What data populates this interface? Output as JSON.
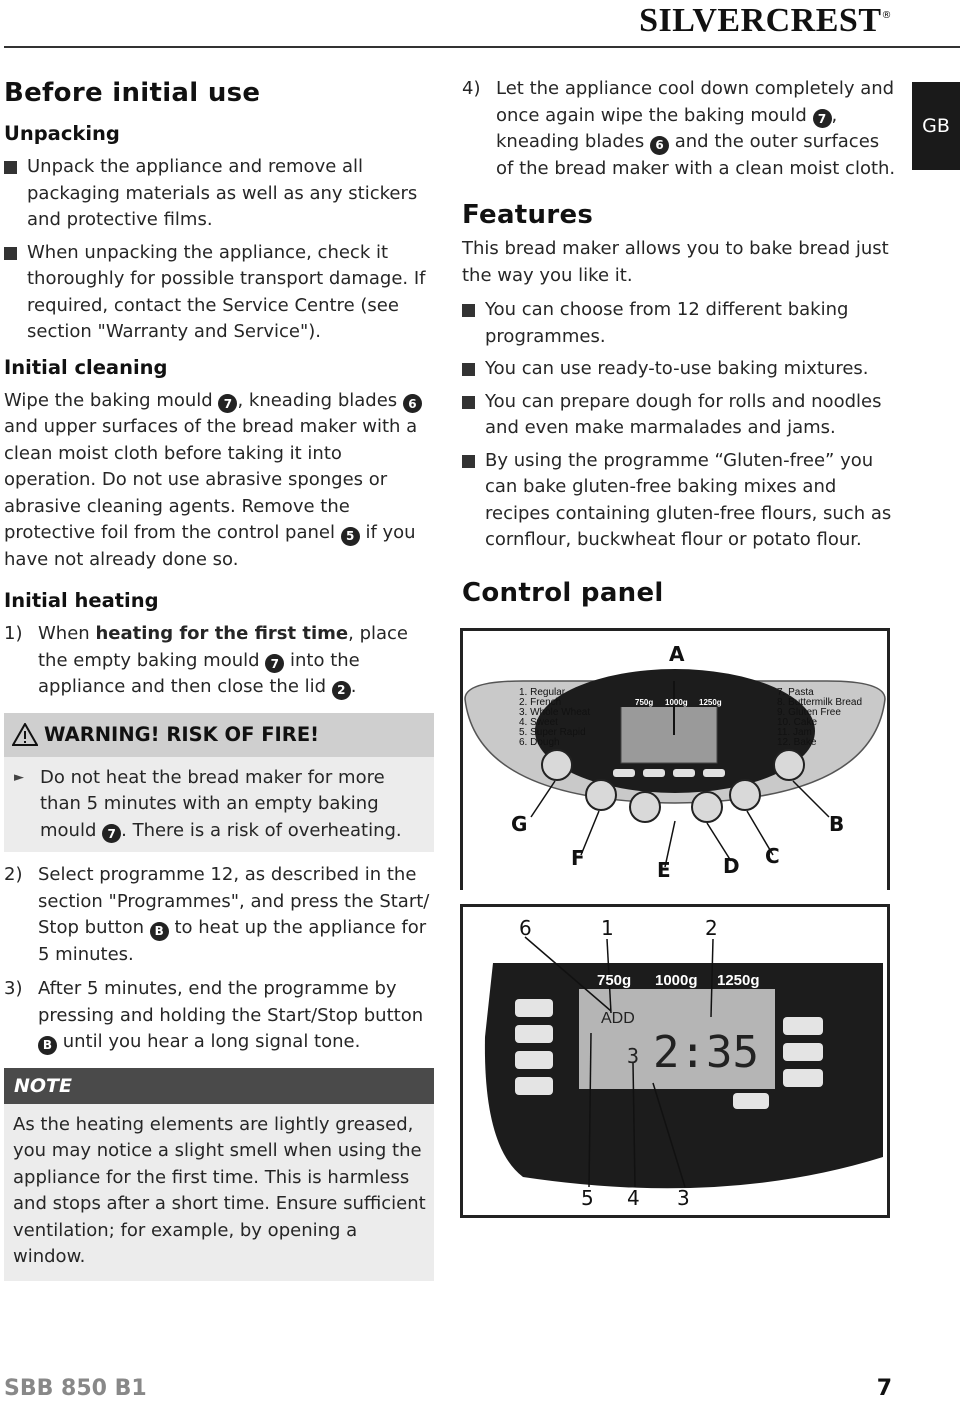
{
  "header": {
    "brand": "SILVERCREST",
    "registered": "®",
    "lang_tab": "GB"
  },
  "before_use": {
    "title": "Before initial use",
    "unpacking": {
      "heading": "Unpacking",
      "bullets": [
        "Unpack the appliance and remove all packaging materials as well as any stickers and protective films.",
        "When unpacking the appliance, check it thoroughly for possible transport damage. If required, contact the Service Centre (see section \"Warranty and Service\")."
      ]
    },
    "cleaning": {
      "heading": "Initial cleaning",
      "p1": "Wipe the baking mould",
      "p2": ", kneading blades",
      "p3": "and upper surfaces of the bread maker with a clean moist cloth before taking it into operation. Do not use abrasive sponges or abrasive cleaning agents. Remove the protective foil from the control panel",
      "p4": "if you have not already done so.",
      "ref_mould": "7",
      "ref_blades": "6",
      "ref_panel": "5"
    },
    "heating": {
      "heading": "Initial heating",
      "step1": {
        "n": "1)",
        "a": "When",
        "bold": "heating for the first time",
        "b": ", place the empty baking mould",
        "ref": "7",
        "c": "into the appliance and then close the lid",
        "ref2": "2",
        "d": "."
      },
      "warning": {
        "title": "WARNING! RISK OF FIRE!",
        "text_a": "Do not heat the bread maker for more than 5 minutes with an empty baking mould",
        "ref": "7",
        "text_b": ". There is a risk of overheating."
      },
      "step2": {
        "n": "2)",
        "a": "Select programme 12, as described in the section \"Programmes\", and press the Start/ Stop button",
        "ref": "B",
        "b": "to heat up the appliance for 5 minutes."
      },
      "step3": {
        "n": "3)",
        "a": "After 5 minutes, end the programme by pressing and holding the Start/Stop button",
        "ref": "B",
        "b": "until you hear a long signal tone."
      }
    },
    "note": {
      "title": "NOTE",
      "text": "As the heating elements are lightly greased, you may notice a slight smell when using the appliance for the first time. This is harmless and stops after a short time. Ensure sufficient ventilation; for example, by opening a window."
    },
    "step4": {
      "n": "4)",
      "a": "Let the appliance cool down completely and once again wipe the baking mould",
      "ref": "7",
      "b": ", kneading blades",
      "ref2": "6",
      "c": "and the outer surfaces of the bread maker with a clean moist cloth."
    }
  },
  "features": {
    "title": "Features",
    "intro": "This bread maker allows you to bake bread just the way you like it.",
    "bullets": [
      "You can choose from 12 different baking programmes.",
      "You can use ready-to-use baking mixtures.",
      "You can prepare dough for rolls and noodles and even make marmalades and jams.",
      "By using the programme “Gluten-free” you can bake gluten-free baking mixes and recipes containing gluten-free flours, such as cornflour, buckwheat flour or potato flour."
    ]
  },
  "control_panel": {
    "title": "Control panel",
    "programmes_left": [
      "1. Regular",
      "2. French",
      "3. Whole Wheat",
      "4. Sweet",
      "5. Super Rapid",
      "6. Dough"
    ],
    "programmes_right": [
      "7. Pasta",
      "8. Buttermilk Bread",
      "9. Gluten Free",
      "10. Cake",
      "11. Jam",
      "12. Bake"
    ],
    "weights": [
      "750g",
      "1000g",
      "1250g"
    ],
    "callouts": [
      "A",
      "B",
      "C",
      "D",
      "E",
      "F",
      "G"
    ],
    "detail": {
      "weights": [
        "750g",
        "1000g",
        "1250g"
      ],
      "add_label": "ADD",
      "digit_small": "3",
      "time": "2:35",
      "numbers_top": [
        "6",
        "1",
        "2"
      ],
      "numbers_bottom": [
        "5",
        "4",
        "3"
      ]
    }
  },
  "footer": {
    "model": "SBB 850 B1",
    "page": "7"
  }
}
